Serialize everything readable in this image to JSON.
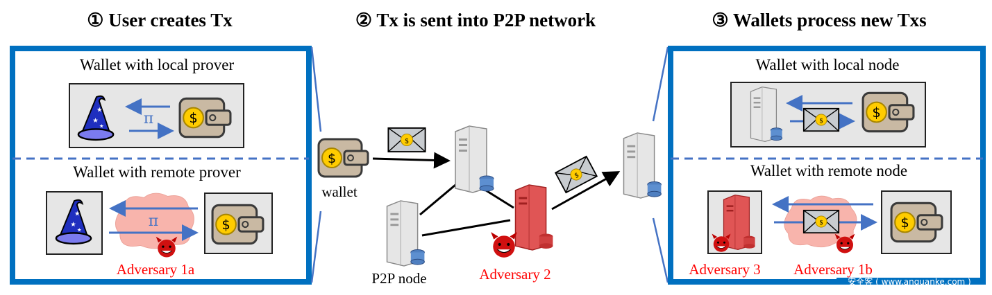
{
  "steps": [
    {
      "number": "①",
      "title": "User creates Tx"
    },
    {
      "number": "②",
      "title": "Tx is sent into P2P network"
    },
    {
      "number": "③",
      "title": "Wallets process new Txs"
    }
  ],
  "left_panel": {
    "top_label": "Wallet with local prover",
    "bottom_label": "Wallet with remote prover",
    "proof_symbol": "π",
    "adversary": "Adversary 1a"
  },
  "middle": {
    "wallet_label": "wallet",
    "p2p_label": "P2P node",
    "adversary": "Adversary 2"
  },
  "right_panel": {
    "top_label": "Wallet with local node",
    "bottom_label": "Wallet with remote node",
    "adversary_node": "Adversary 3",
    "adversary_network": "Adversary 1b"
  },
  "watermark": "安全客 ( www.anquanke.com )",
  "colors": {
    "frame": "#0070c0",
    "arrow": "#4472c4",
    "adversary": "#ff0000",
    "cloud": "#f8b4ac"
  }
}
